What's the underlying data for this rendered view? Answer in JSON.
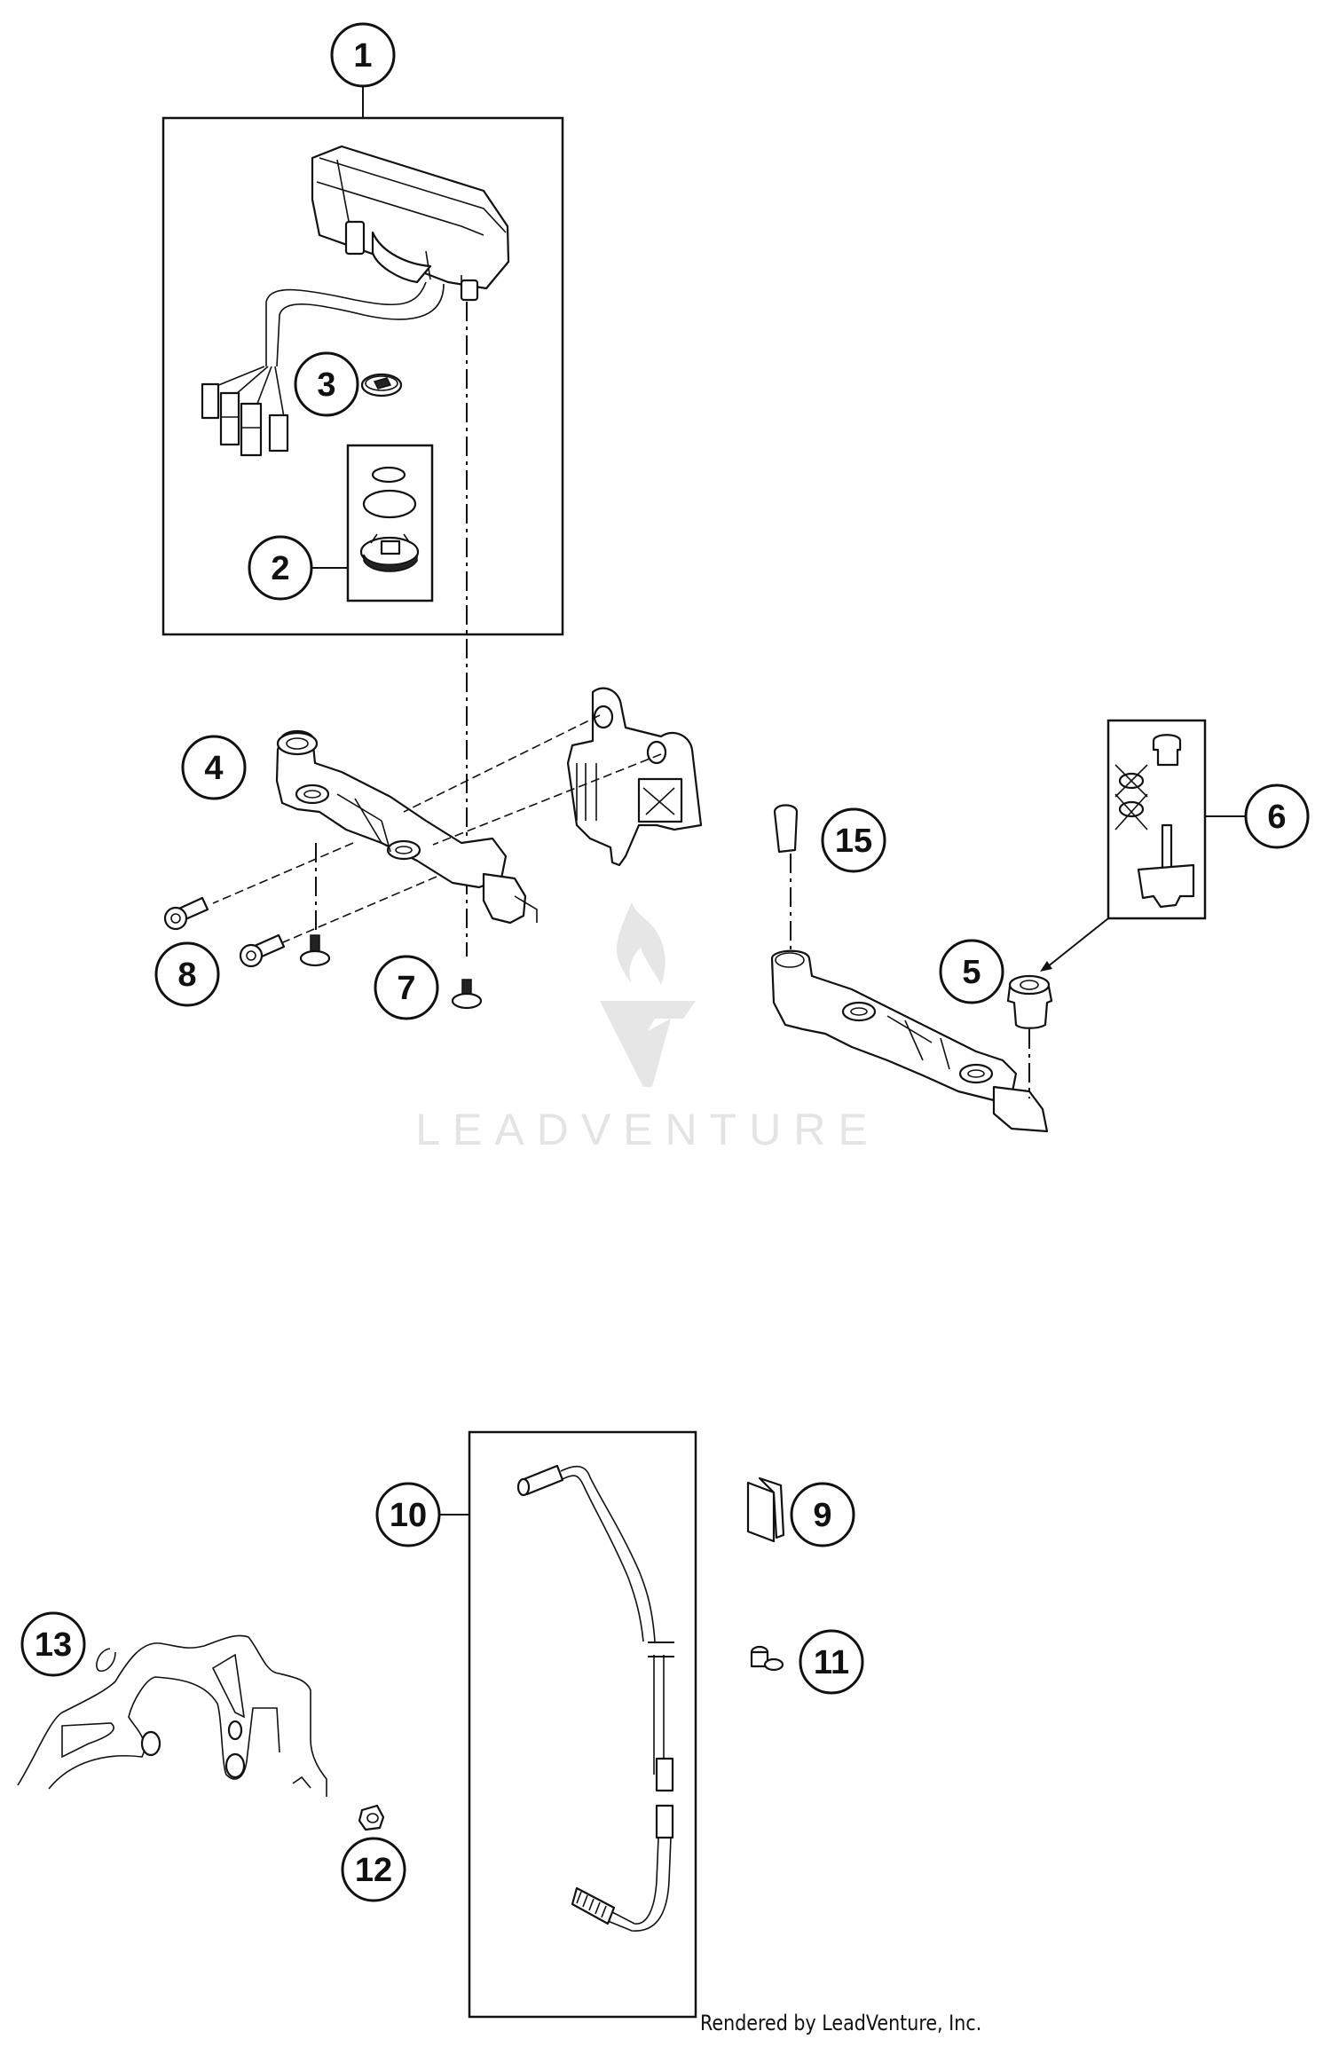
{
  "diagram": {
    "title": "Instrument panel / instrument bracket / wheel speed sensor exploded parts diagram",
    "watermark": {
      "logo": "leadventure-flame-v-logo",
      "text": "LEADVENTURE",
      "color": "#e4e4e4"
    },
    "footer": "Rendered by LeadVenture, Inc.",
    "callouts": [
      {
        "id": "1",
        "label": "1",
        "part": "instrument-cluster-kit"
      },
      {
        "id": "2",
        "label": "2",
        "part": "seal-and-cap-kit"
      },
      {
        "id": "3",
        "label": "3",
        "part": "cap"
      },
      {
        "id": "4",
        "label": "4",
        "part": "instrument-bracket-with-mount"
      },
      {
        "id": "5",
        "label": "5",
        "part": "rubber-bushing"
      },
      {
        "id": "6",
        "label": "6",
        "part": "mounting-kit"
      },
      {
        "id": "7",
        "label": "7",
        "part": "screw"
      },
      {
        "id": "8",
        "label": "8",
        "part": "bolt"
      },
      {
        "id": "9",
        "label": "9",
        "part": "cable-clip"
      },
      {
        "id": "10",
        "label": "10",
        "part": "wheel-speed-sensor-cable"
      },
      {
        "id": "11",
        "label": "11",
        "part": "cable-clamp"
      },
      {
        "id": "12",
        "label": "12",
        "part": "nut"
      },
      {
        "id": "13",
        "label": "13",
        "part": "clip"
      },
      {
        "id": "15",
        "label": "15",
        "part": "collar-bolt"
      }
    ],
    "colors": {
      "line": "#111111",
      "background": "#ffffff"
    }
  }
}
